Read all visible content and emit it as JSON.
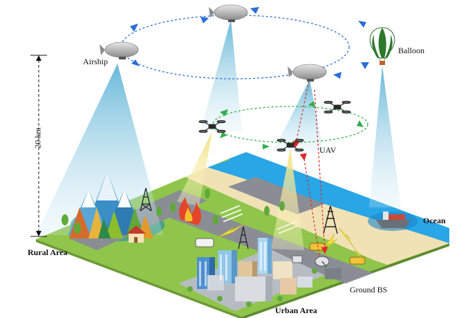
{
  "labels": {
    "airship": "Airship",
    "balloon": "Balloon",
    "uav": "UAV",
    "height": "20 km",
    "rural_area": "Rural Area",
    "ocean": "Ocean",
    "urban_area": "Urban Area",
    "ground_bs": "Ground BS"
  },
  "colors": {
    "platform_link": "#2b6fd6",
    "uav_link": "#2fae4a",
    "beam_sky": "#5fb4d6",
    "beam_uav": "#f3e7a0",
    "ground_grass": "#8fc54a",
    "road": "#8a8e94",
    "ocean": "#29a6e6",
    "beach": "#f1e2b6",
    "lightning": "#f4e23a",
    "feeder_link": "#e02a2a"
  }
}
